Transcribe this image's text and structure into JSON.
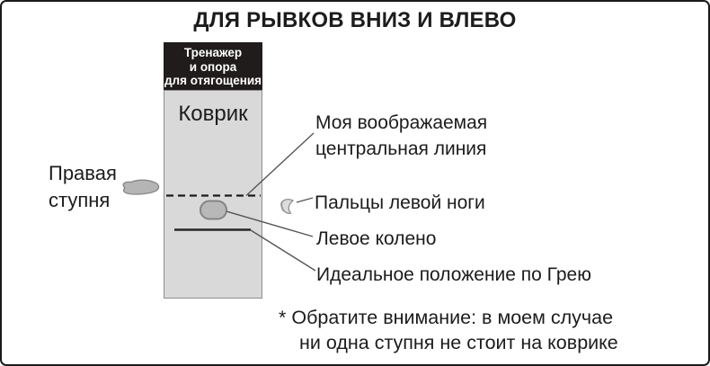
{
  "figure": {
    "title": "ДЛЯ РЫВКОВ ВНИЗ И ВЛЕВО"
  },
  "equipment_box": {
    "lines": [
      "Тренажер",
      "и опора",
      "для отягощения"
    ]
  },
  "mat": {
    "label": "Коврик"
  },
  "labels": {
    "right_foot": "Правая ступня",
    "center_line": "Моя воображаемая центральная линия",
    "left_toes": "Пальцы левой ноги",
    "left_knee": "Левое колено",
    "ideal_position": "Идеальное положение по Грею"
  },
  "note": {
    "line1": "* Обратите внимание: в моем случае",
    "line2": "ни одна ступня не стоит на коврике"
  },
  "colors": {
    "frame_border": "#1a1a1a",
    "equipment_fill": "#201c1b",
    "equipment_text": "#ffffff",
    "mat_fill": "#d9d9d9",
    "mat_border": "#8e8e8e",
    "foot_fill": "#b5b5b5",
    "foot_stroke": "#8a8a8a",
    "knee_fill": "#b8b8b8",
    "knee_stroke": "#848484",
    "toes_fill": "#dcdcdc",
    "pointer_line": "#555555",
    "diagram_line": "#262626",
    "text": "#1c1c1c"
  }
}
